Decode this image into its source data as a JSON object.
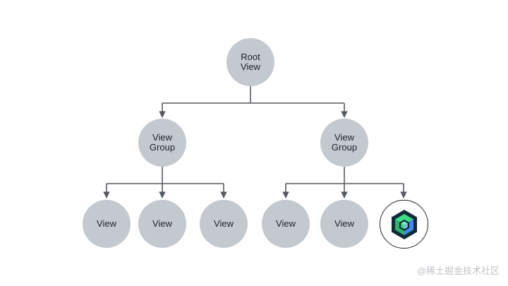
{
  "colors": {
    "node_fill": "#c3c9cf",
    "connector": "#555b61",
    "text": "#1f2328",
    "logo_dark": "#0f2b36",
    "logo_green": "#3ddc84",
    "logo_blue": "#4285f4"
  },
  "diagram": {
    "root": {
      "line1": "Root",
      "line2": "View"
    },
    "groups": [
      {
        "line1": "View",
        "line2": "Group"
      },
      {
        "line1": "View",
        "line2": "Group"
      }
    ],
    "leaves": [
      {
        "label": "View"
      },
      {
        "label": "View"
      },
      {
        "label": "View"
      },
      {
        "label": "View"
      },
      {
        "label": "View"
      }
    ],
    "logo_icon": "jetpack-compose-icon"
  },
  "watermark": "@稀土掘金技术社区"
}
